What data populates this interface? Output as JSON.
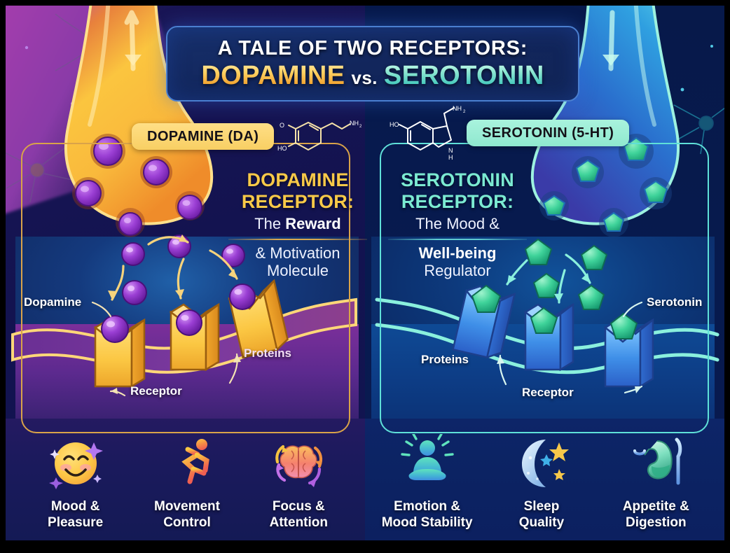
{
  "title": {
    "line1": "A TALE OF TWO RECEPTORS:",
    "left_word": "DOPAMINE",
    "vs": "vs.",
    "right_word": "SEROTONIN"
  },
  "left_panel": {
    "pill_label": "DOPAMINE (DA)",
    "molecule_name": "dopamine-structure",
    "molecule_atoms": [
      "O",
      "HO",
      "NH2"
    ],
    "heading_title_line1": "DOPAMINE",
    "heading_title_line2": "RECEPTOR:",
    "sub_plain": "The ",
    "sub_bold": "Reward",
    "sub2_plain": "& Motivation",
    "sub2_line2": "Molecule",
    "cleft_labels": {
      "neurotransmitter": "Dopamine",
      "receptor": "Receptor",
      "proteins": "Proteins"
    },
    "accent_color": "#f7c948",
    "benefits": [
      {
        "icon": "smiley-face-icon",
        "label": "Mood &\nPleasure"
      },
      {
        "icon": "running-person-icon",
        "label": "Movement\nControl"
      },
      {
        "icon": "brain-arrows-icon",
        "label": "Focus &\nAttention"
      }
    ]
  },
  "right_panel": {
    "pill_label": "SEROTONIN (5-HT)",
    "molecule_name": "serotonin-structure",
    "molecule_atoms": [
      "HO",
      "NH2",
      "N",
      "H"
    ],
    "heading_title_line1": "SEROTONIN",
    "heading_title_line2": "RECEPTOR:",
    "sub_plain": "The Mood &",
    "sub2_bold": "Well-being",
    "sub2_line2": "Regulator",
    "cleft_labels": {
      "neurotransmitter": "Serotonin",
      "receptor": "Receptor",
      "proteins": "Proteins"
    },
    "accent_color": "#7bead2",
    "benefits": [
      {
        "icon": "meditating-person-icon",
        "label": "Emotion &\nMood Stability"
      },
      {
        "icon": "crescent-moon-stars-icon",
        "label": "Sleep\nQuality"
      },
      {
        "icon": "stomach-cutlery-icon",
        "label": "Appetite &\nDigestion"
      }
    ]
  },
  "colors": {
    "background_deep": "#0d1450",
    "dopamine_gold": "#f7c948",
    "dopamine_orange": "#f0a330",
    "dopamine_vesicle": "#9b3fd4",
    "serotonin_mint": "#7bead2",
    "serotonin_blue": "#2f8fe0",
    "serotonin_vesicle": "#3fd39a",
    "membrane_purple": "#6a2f94",
    "title_border": "#4a7fd0"
  }
}
